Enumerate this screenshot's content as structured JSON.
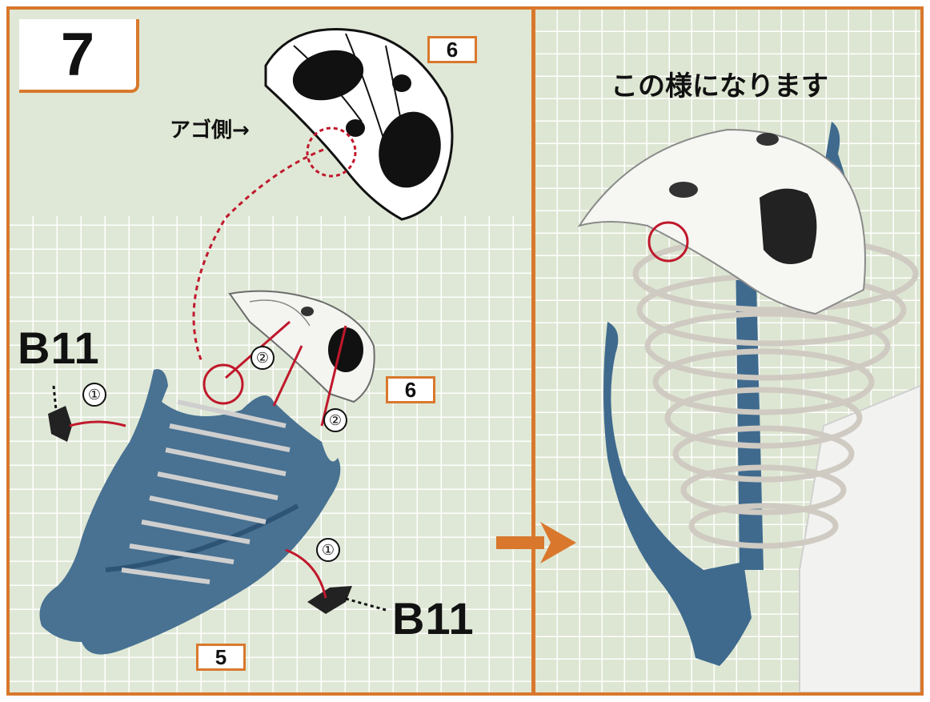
{
  "step": {
    "number": "7"
  },
  "parts": {
    "top_part": "6",
    "mid_part": "6",
    "base_part": "5"
  },
  "callouts": {
    "jaw_side": "アゴ側→",
    "clip_top": "B11",
    "clip_bottom": "B11",
    "step_1_top": "①",
    "step_1_bottom": "①",
    "step_2_top": "②",
    "step_2_bottom": "②"
  },
  "result": {
    "caption": "この様になります"
  },
  "colors": {
    "frame": "#d9782d",
    "highlight": "#c0182c",
    "part_blue": "#3f6a8e",
    "grid_bg": "#dfe8d6"
  }
}
